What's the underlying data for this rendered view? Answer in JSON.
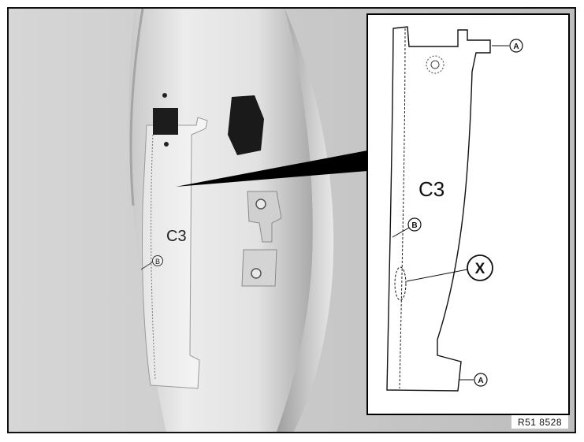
{
  "photo": {
    "part_label": "C3",
    "marker_b": "B"
  },
  "inset": {
    "part_label": "C3",
    "marker_a_top": "A",
    "marker_a_bottom": "A",
    "marker_b": "B",
    "marker_x": "X"
  },
  "reference": {
    "code": "R51 8528"
  }
}
